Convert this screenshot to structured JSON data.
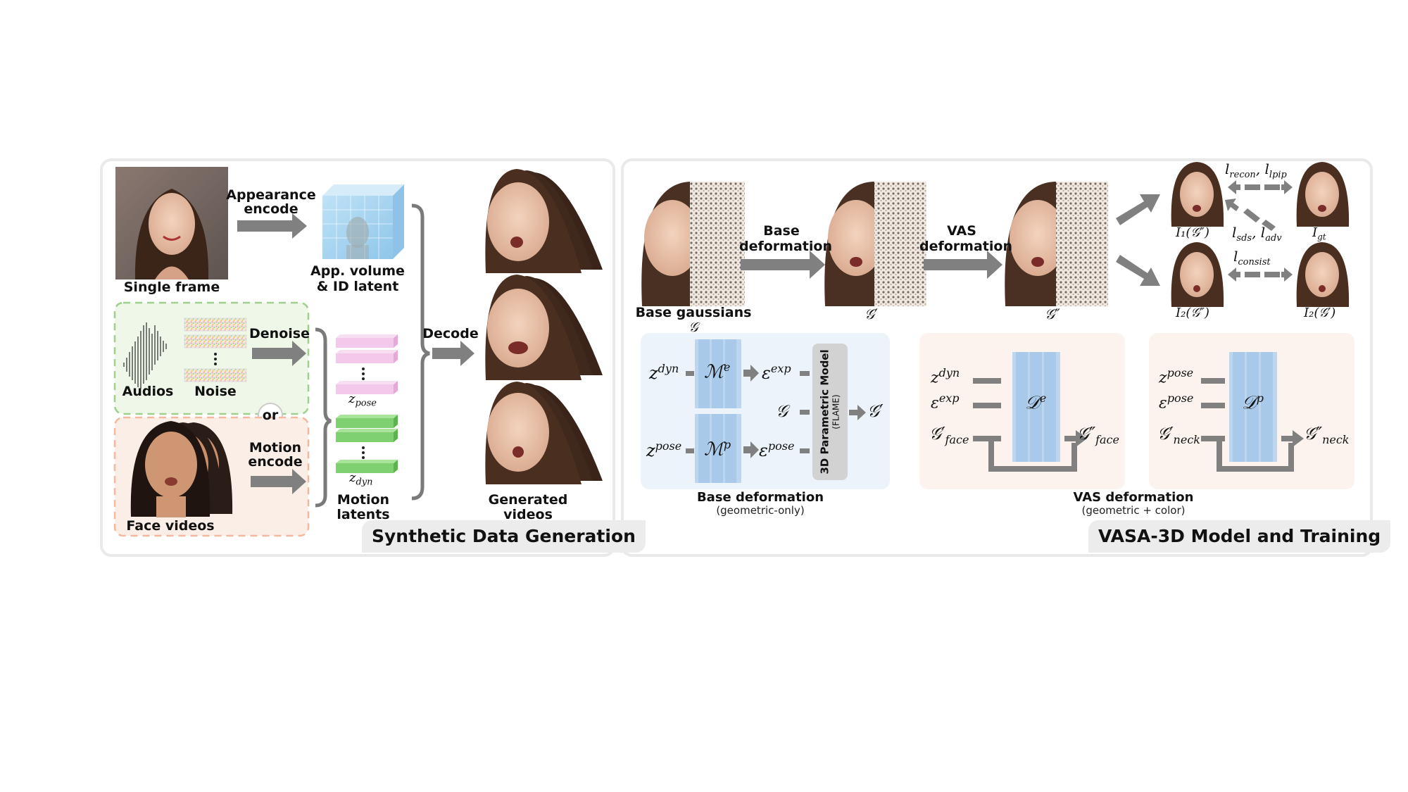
{
  "left_panel": {
    "tag": "Synthetic Data Generation",
    "single_frame": "Single frame",
    "appearance_encode_1": "Appearance",
    "appearance_encode_2": "encode",
    "app_volume_1": "App. volume",
    "app_volume_2": "& ID latent",
    "denoise": "Denoise",
    "audios": "Audios",
    "noise": "Noise",
    "or": "or",
    "motion_encode_1": "Motion",
    "motion_encode_2": "encode",
    "face_videos": "Face videos",
    "z_pose_base": "z",
    "z_pose_sub": "pose",
    "z_dyn_base": "z",
    "z_dyn_sub": "dyn",
    "motion_latents": "Motion latents",
    "decode": "Decode",
    "generated_videos": "Generated videos"
  },
  "right_panel": {
    "tag": "VASA-3D Model and Training",
    "base_gaussians": "Base gaussians",
    "g_symbol": "𝒢",
    "g_prime": "𝒢′",
    "g_dprime": "𝒢″",
    "base_deformation_arrow_1": "Base",
    "base_deformation_arrow_2": "deformation",
    "vas_deformation_arrow_1": "VAS",
    "vas_deformation_arrow_2": "deformation",
    "I1_label": "I₁(𝒢″)",
    "I2_label_a": "I₂(𝒢″)",
    "I2_label_b": "I₂(𝒢′)",
    "Igt_label": "I",
    "Igt_sub": "gt",
    "l_recon": "recon",
    "l_lpip": "lpip",
    "l_sds": "sds",
    "l_adv": "adv",
    "l_consist": "consist",
    "l": "l",
    "base_box": {
      "z_dyn": "z",
      "z_dyn_sup": "dyn",
      "z_pose": "z",
      "z_pose_sup": "pose",
      "M_e": "ℳ",
      "M_e_sup": "e",
      "M_p": "ℳ",
      "M_p_sup": "p",
      "eps_exp": "ε",
      "eps_exp_sup": "exp",
      "eps_pose": "ε",
      "eps_pose_sup": "pose",
      "G": "𝒢",
      "G_out": "𝒢′",
      "flame_1": "3D Parametric Model",
      "flame_2": "(FLAME)",
      "title": "Base deformation",
      "subtitle": "(geometric-only)"
    },
    "vas_face_box": {
      "z_dyn": "z",
      "z_dyn_sup": "dyn",
      "eps_exp": "ε",
      "eps_exp_sup": "exp",
      "g_in": "𝒢′",
      "g_in_sub": "face",
      "D": "𝒟",
      "D_sup": "e",
      "g_out": "𝒢″",
      "g_out_sub": "face"
    },
    "vas_neck_box": {
      "z_pose": "z",
      "z_pose_sup": "pose",
      "eps_pose": "ε",
      "eps_pose_sup": "pose",
      "g_in": "𝒢′",
      "g_in_sub": "neck",
      "D": "𝒟",
      "D_sup": "p",
      "g_out": "𝒢″",
      "g_out_sub": "neck"
    },
    "vas_title": "VAS deformation",
    "vas_subtitle": "(geometric + color)"
  }
}
